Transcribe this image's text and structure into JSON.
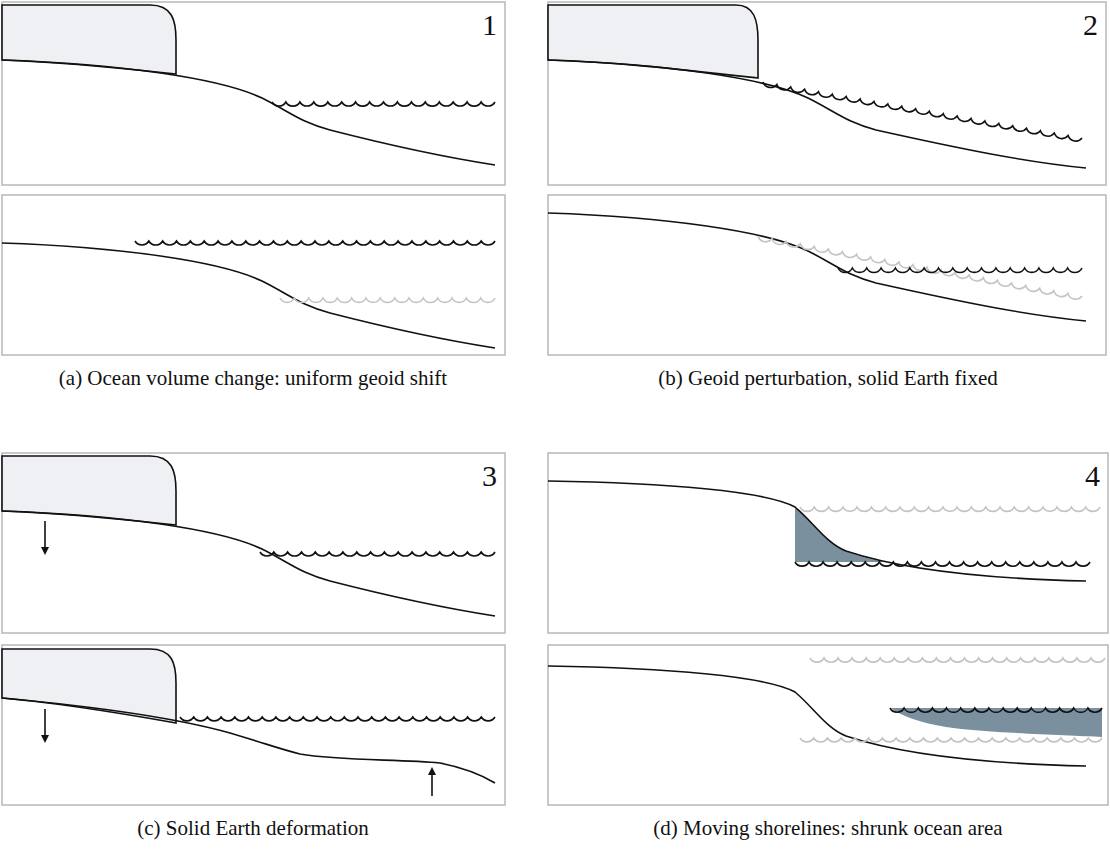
{
  "diagram": {
    "labels": [
      "1",
      "2",
      "3",
      "4",
      "(a) Ocean volume change: uniform geoid shift",
      "(b) Geoid perturbation, solid Earth fixed",
      "(c) Solid Earth deformation",
      "(d) Moving shorelines: shrunk ocean area"
    ]
  }
}
